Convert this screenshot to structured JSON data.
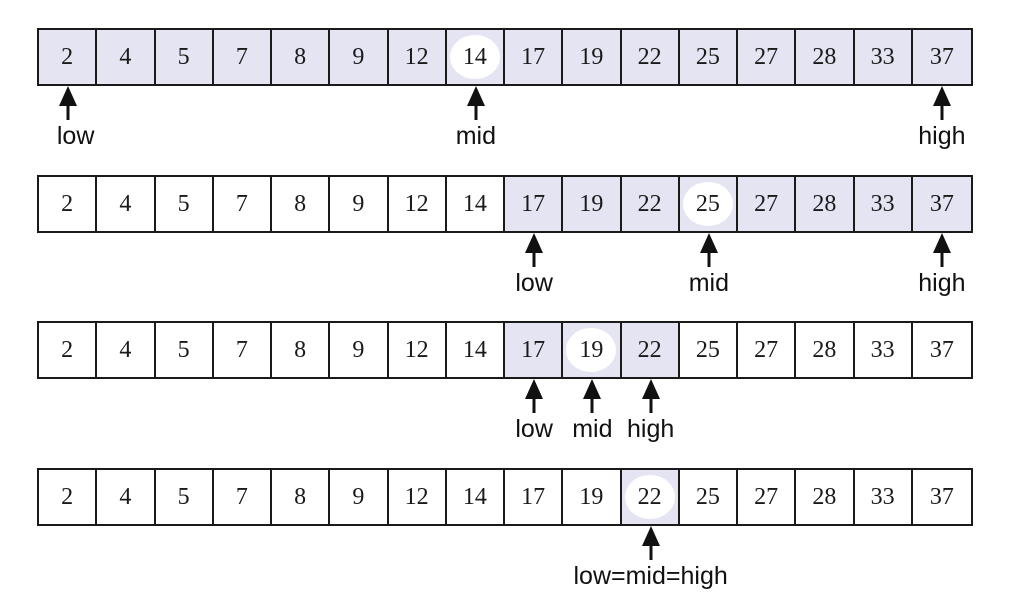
{
  "values": [
    2,
    4,
    5,
    7,
    8,
    9,
    12,
    14,
    17,
    19,
    22,
    25,
    27,
    28,
    33,
    37
  ],
  "colors": {
    "shaded": "#e4e4f2",
    "border": "#1a1a1a",
    "midCircle": "#ffffff"
  },
  "steps": [
    {
      "shaded": [
        0,
        15
      ],
      "mid": 7,
      "pointers": [
        {
          "index": 0,
          "label": "low"
        },
        {
          "index": 7,
          "label": "mid"
        },
        {
          "index": 15,
          "label": "high"
        }
      ]
    },
    {
      "shaded": [
        8,
        15
      ],
      "mid": 11,
      "pointers": [
        {
          "index": 8,
          "label": "low"
        },
        {
          "index": 11,
          "label": "mid"
        },
        {
          "index": 15,
          "label": "high"
        }
      ]
    },
    {
      "shaded": [
        8,
        10
      ],
      "mid": 9,
      "pointers": [
        {
          "index": 8,
          "label": "low"
        },
        {
          "index": 9,
          "label": "mid"
        },
        {
          "index": 10,
          "label": "high"
        }
      ]
    },
    {
      "shaded": [
        10,
        10
      ],
      "mid": 10,
      "pointers": [
        {
          "index": 10,
          "label": "low=mid=high"
        }
      ]
    }
  ]
}
